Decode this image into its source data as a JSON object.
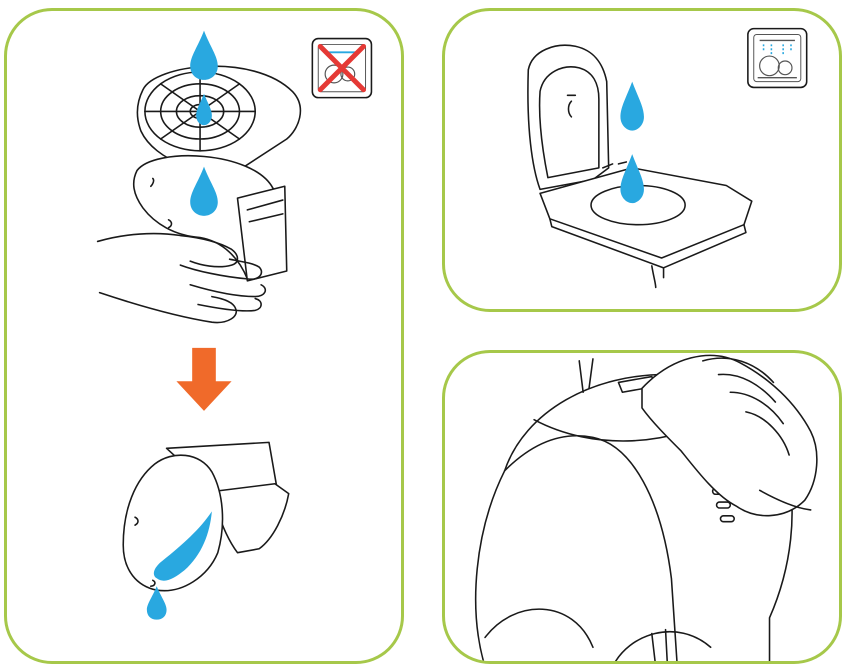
{
  "colors": {
    "panel_border": "#a6c84a",
    "water": "#29a8e0",
    "arrow": "#f06a2a",
    "prohibit": "#e53935",
    "line": "#1a1a1a"
  },
  "panels": [
    {
      "id": "hand-wash-steps",
      "icons": [
        "no-dishwasher-icon",
        "water-drop-icon",
        "down-arrow-icon"
      ]
    },
    {
      "id": "dishwasher-safe",
      "icons": [
        "dishwasher-icon",
        "water-drop-icon"
      ]
    },
    {
      "id": "wipe-machine",
      "icons": [
        "hand-icon"
      ]
    }
  ]
}
